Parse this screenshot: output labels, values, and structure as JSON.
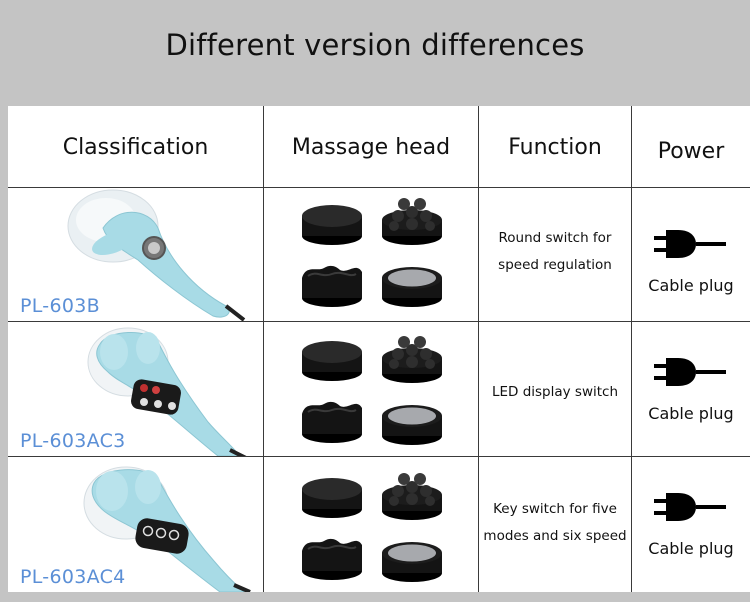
{
  "page": {
    "title": "Different version differences"
  },
  "table": {
    "headers": [
      "Classification",
      "Massage head",
      "Function",
      "Power"
    ],
    "rows": [
      {
        "model": "PL-603B",
        "control": "round-switch",
        "function": [
          "Round switch for",
          "speed regulation"
        ],
        "power": "Cable plug"
      },
      {
        "model": "PL-603AC3",
        "control": "led-display",
        "function": [
          "LED display switch"
        ],
        "power": "Cable plug"
      },
      {
        "model": "PL-603AC4",
        "control": "key-switch",
        "function": [
          "Key switch for five",
          "modes and six speed"
        ],
        "power": "Cable plug"
      }
    ]
  },
  "icons": {
    "massager": "handheld-massager-icon",
    "heads": [
      "smooth-head-icon",
      "knobby-head-icon",
      "wave-head-icon",
      "flat-pad-head-icon"
    ],
    "plug": "power-plug-icon"
  },
  "colors": {
    "background": "#c4c4c4",
    "table": "#ffffff",
    "model_label": "#5b8fd6",
    "massager_body": "#a8dbe6",
    "head": "#141414"
  }
}
